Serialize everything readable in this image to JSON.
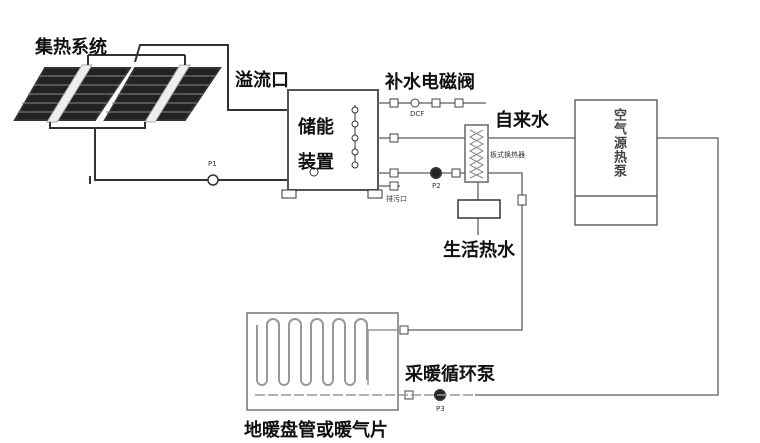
{
  "labels": {
    "collector": "集热系统",
    "overflow": "溢流口",
    "makeup_valve": "补水电磁阀",
    "storage_line1": "储能",
    "storage_line2": "装置",
    "tap_water": "自来水",
    "heat_pump": "空气源热泵",
    "domestic_hot_water": "生活热水",
    "heating_pump": "采暖循环泵",
    "floor_heating": "地暖盘管或暖气片"
  },
  "small_labels": {
    "p1": "P1",
    "p2": "P2",
    "p3": "P3",
    "dcf": "DCF",
    "plate_hx": "板式换热器",
    "drain": "排污口"
  }
}
